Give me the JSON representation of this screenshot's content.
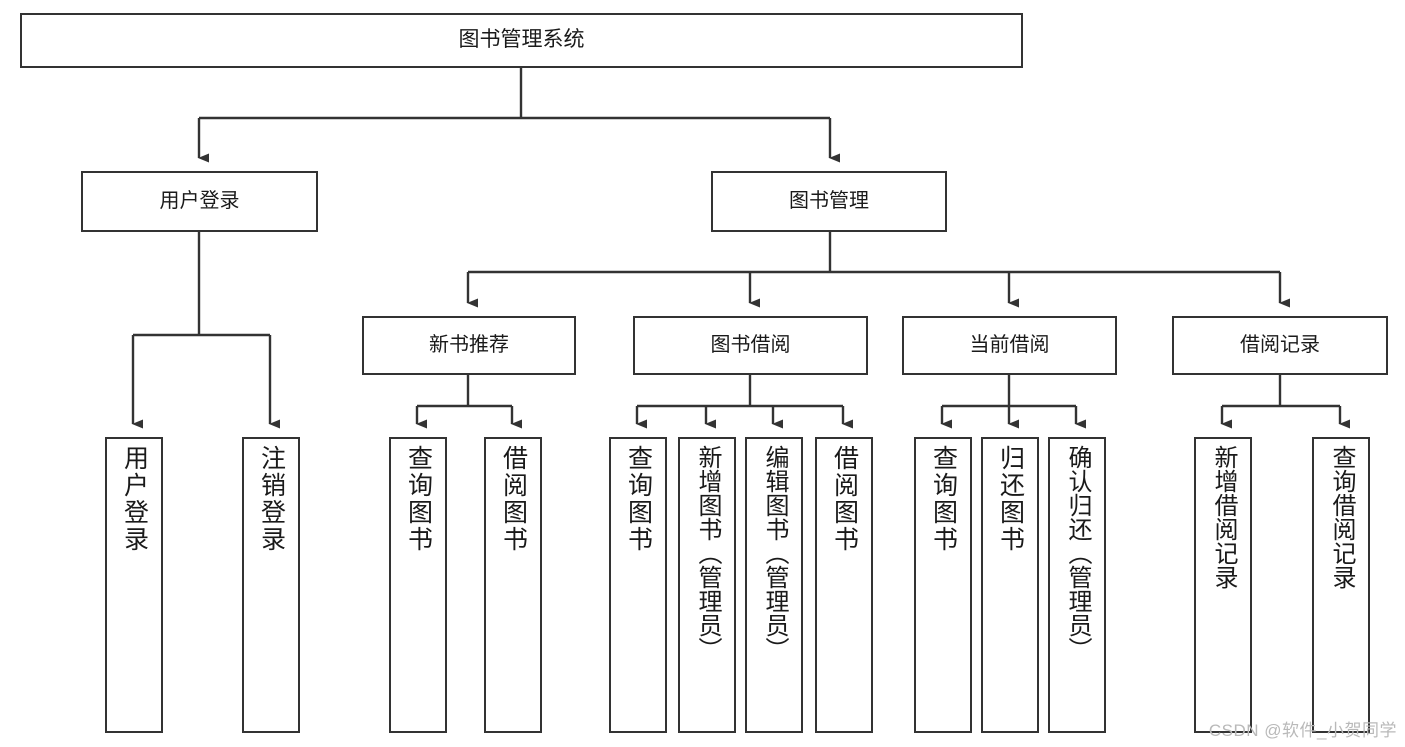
{
  "diagram": {
    "title": "图书管理系统",
    "type": "tree-hierarchy-chart",
    "colors": {
      "box_border": "#333333",
      "box_fill": "#ffffff",
      "edge": "#333333",
      "text": "#1a1a1a",
      "watermark": "#b9b9b9",
      "background": "#ffffff"
    }
  },
  "nodes": {
    "root": {
      "label": "图书管理系统"
    },
    "level2": [
      {
        "id": "user-login",
        "label": "用户登录"
      },
      {
        "id": "book-manage",
        "label": "图书管理"
      }
    ],
    "level3": [
      {
        "id": "new-book-recommend",
        "label": "新书推荐"
      },
      {
        "id": "book-borrow",
        "label": "图书借阅"
      },
      {
        "id": "current-borrow",
        "label": "当前借阅"
      },
      {
        "id": "borrow-record",
        "label": "借阅记录"
      }
    ],
    "leaves": [
      {
        "id": "leaf-user-login",
        "label": "用户登录",
        "parent": "user-login"
      },
      {
        "id": "leaf-logout-login",
        "label": "注销登录",
        "parent": "user-login"
      },
      {
        "id": "leaf-query-book-1",
        "label": "查询图书",
        "parent": "new-book-recommend"
      },
      {
        "id": "leaf-borrow-book-1",
        "label": "借阅图书",
        "parent": "new-book-recommend"
      },
      {
        "id": "leaf-query-book-2",
        "label": "查询图书",
        "parent": "book-borrow"
      },
      {
        "id": "leaf-add-book",
        "label": "新增图书（管理员）",
        "parent": "book-borrow"
      },
      {
        "id": "leaf-edit-book",
        "label": "编辑图书（管理员）",
        "parent": "book-borrow"
      },
      {
        "id": "leaf-borrow-book-2",
        "label": "借阅图书",
        "parent": "book-borrow"
      },
      {
        "id": "leaf-query-book-3",
        "label": "查询图书",
        "parent": "current-borrow"
      },
      {
        "id": "leaf-return-book",
        "label": "归还图书",
        "parent": "current-borrow"
      },
      {
        "id": "leaf-confirm-return",
        "label": "确认归还（管理员）",
        "parent": "current-borrow"
      },
      {
        "id": "leaf-add-record",
        "label": "新增借阅记录",
        "parent": "borrow-record"
      },
      {
        "id": "leaf-query-record",
        "label": "查询借阅记录",
        "parent": "borrow-record"
      }
    ]
  },
  "watermark": {
    "text": "CSDN @软件_小贺同学"
  }
}
